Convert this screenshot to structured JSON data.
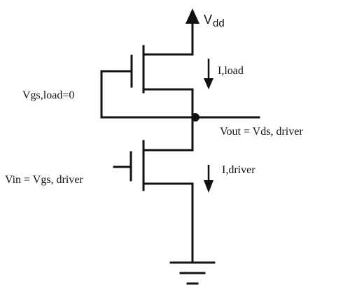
{
  "labels": {
    "vdd_main": "V",
    "vdd_sub": "dd",
    "i_load": "I,load",
    "vgs_load": "Vgs,load=0",
    "vout": "Vout = Vds, driver",
    "vin": "Vin = Vgs, driver",
    "i_driver": "I,driver"
  }
}
